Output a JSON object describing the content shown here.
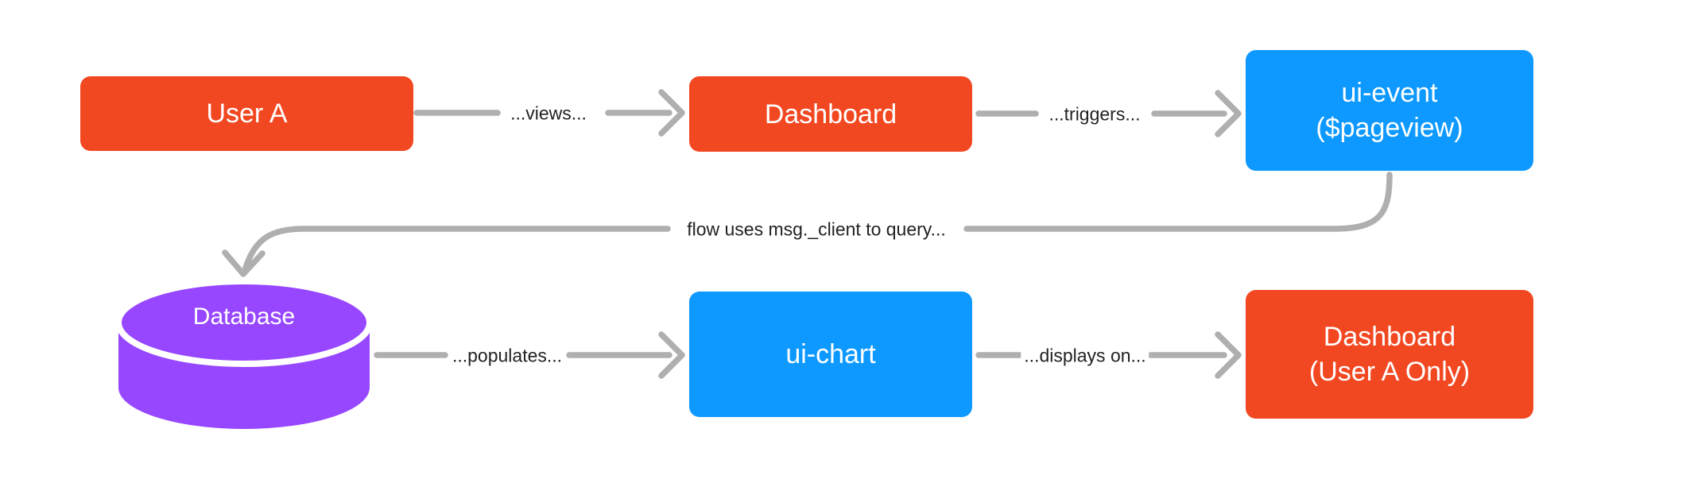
{
  "diagram": {
    "nodes": {
      "user_a": {
        "label": "User A",
        "shape": "rect",
        "color": "#F24822"
      },
      "dashboard": {
        "label": "Dashboard",
        "shape": "rect",
        "color": "#F24822"
      },
      "ui_event": {
        "line1": "ui-event",
        "line2": "($pageview)",
        "shape": "rect",
        "color": "#0D99FF"
      },
      "database": {
        "label": "Database",
        "shape": "cylinder",
        "color": "#9747FF"
      },
      "ui_chart": {
        "label": "ui-chart",
        "shape": "rect",
        "color": "#0D99FF"
      },
      "dashboard_user_a": {
        "line1": "Dashboard",
        "line2": "(User A Only)",
        "shape": "rect",
        "color": "#F24822"
      }
    },
    "connectors": {
      "views": {
        "label": "...views...",
        "from": "user_a",
        "to": "dashboard"
      },
      "triggers": {
        "label": "...triggers...",
        "from": "dashboard",
        "to": "ui_event"
      },
      "query": {
        "label": "flow uses msg._client to query...",
        "from": "ui_event",
        "to": "database"
      },
      "populates": {
        "label": "...populates...",
        "from": "database",
        "to": "ui_chart"
      },
      "displays": {
        "label": "...displays on...",
        "from": "ui_chart",
        "to": "dashboard_user_a"
      }
    },
    "colors": {
      "arrow": "#AFAFAF",
      "edge_label_text": "#222222",
      "node_text": "#FFFFFF",
      "background": "#FFFFFF"
    }
  }
}
